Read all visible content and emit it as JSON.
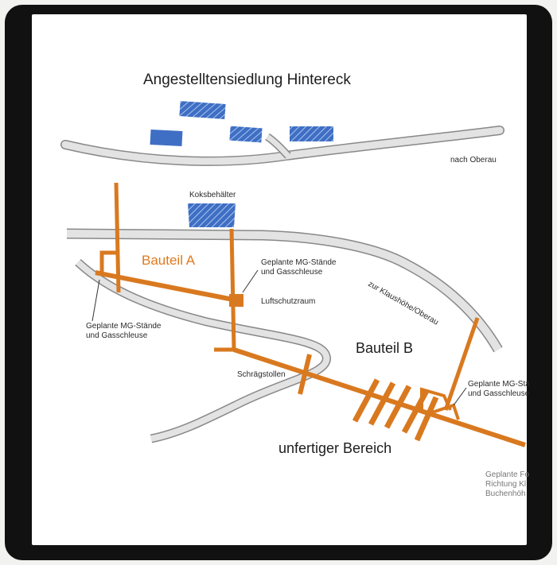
{
  "labels": {
    "title": "Angestelltensiedlung Hintereck",
    "nach_oberau": "nach Oberau",
    "koksbehaelter": "Koksbehälter",
    "bauteil_a": "Bauteil A",
    "mg_center": "Geplante MG-Stände\nund Gasschleuse",
    "luftschutzraum": "Luftschutzraum",
    "zur_klaushoehe": "zur Klaushöhe/Oberau",
    "mg_left": "Geplante MG-Stände\nund Gasschleuse",
    "bauteil_b": "Bauteil B",
    "schraegstollen": "Schrägstollen",
    "mg_right": "Geplante MG-Stä\nund Gasschleuse",
    "unfertiger_bereich": "unfertiger Bereich",
    "geplante_fo": "Geplante Fo\nRichtung Kl\nBuchenhöh"
  },
  "colors": {
    "tunnel": "#d9791f",
    "tunnel_stroke": "#a85a12",
    "building": "#3f6fc4",
    "road_fill": "#e3e3e3",
    "road_edge": "#888888",
    "frame": "#111111"
  }
}
